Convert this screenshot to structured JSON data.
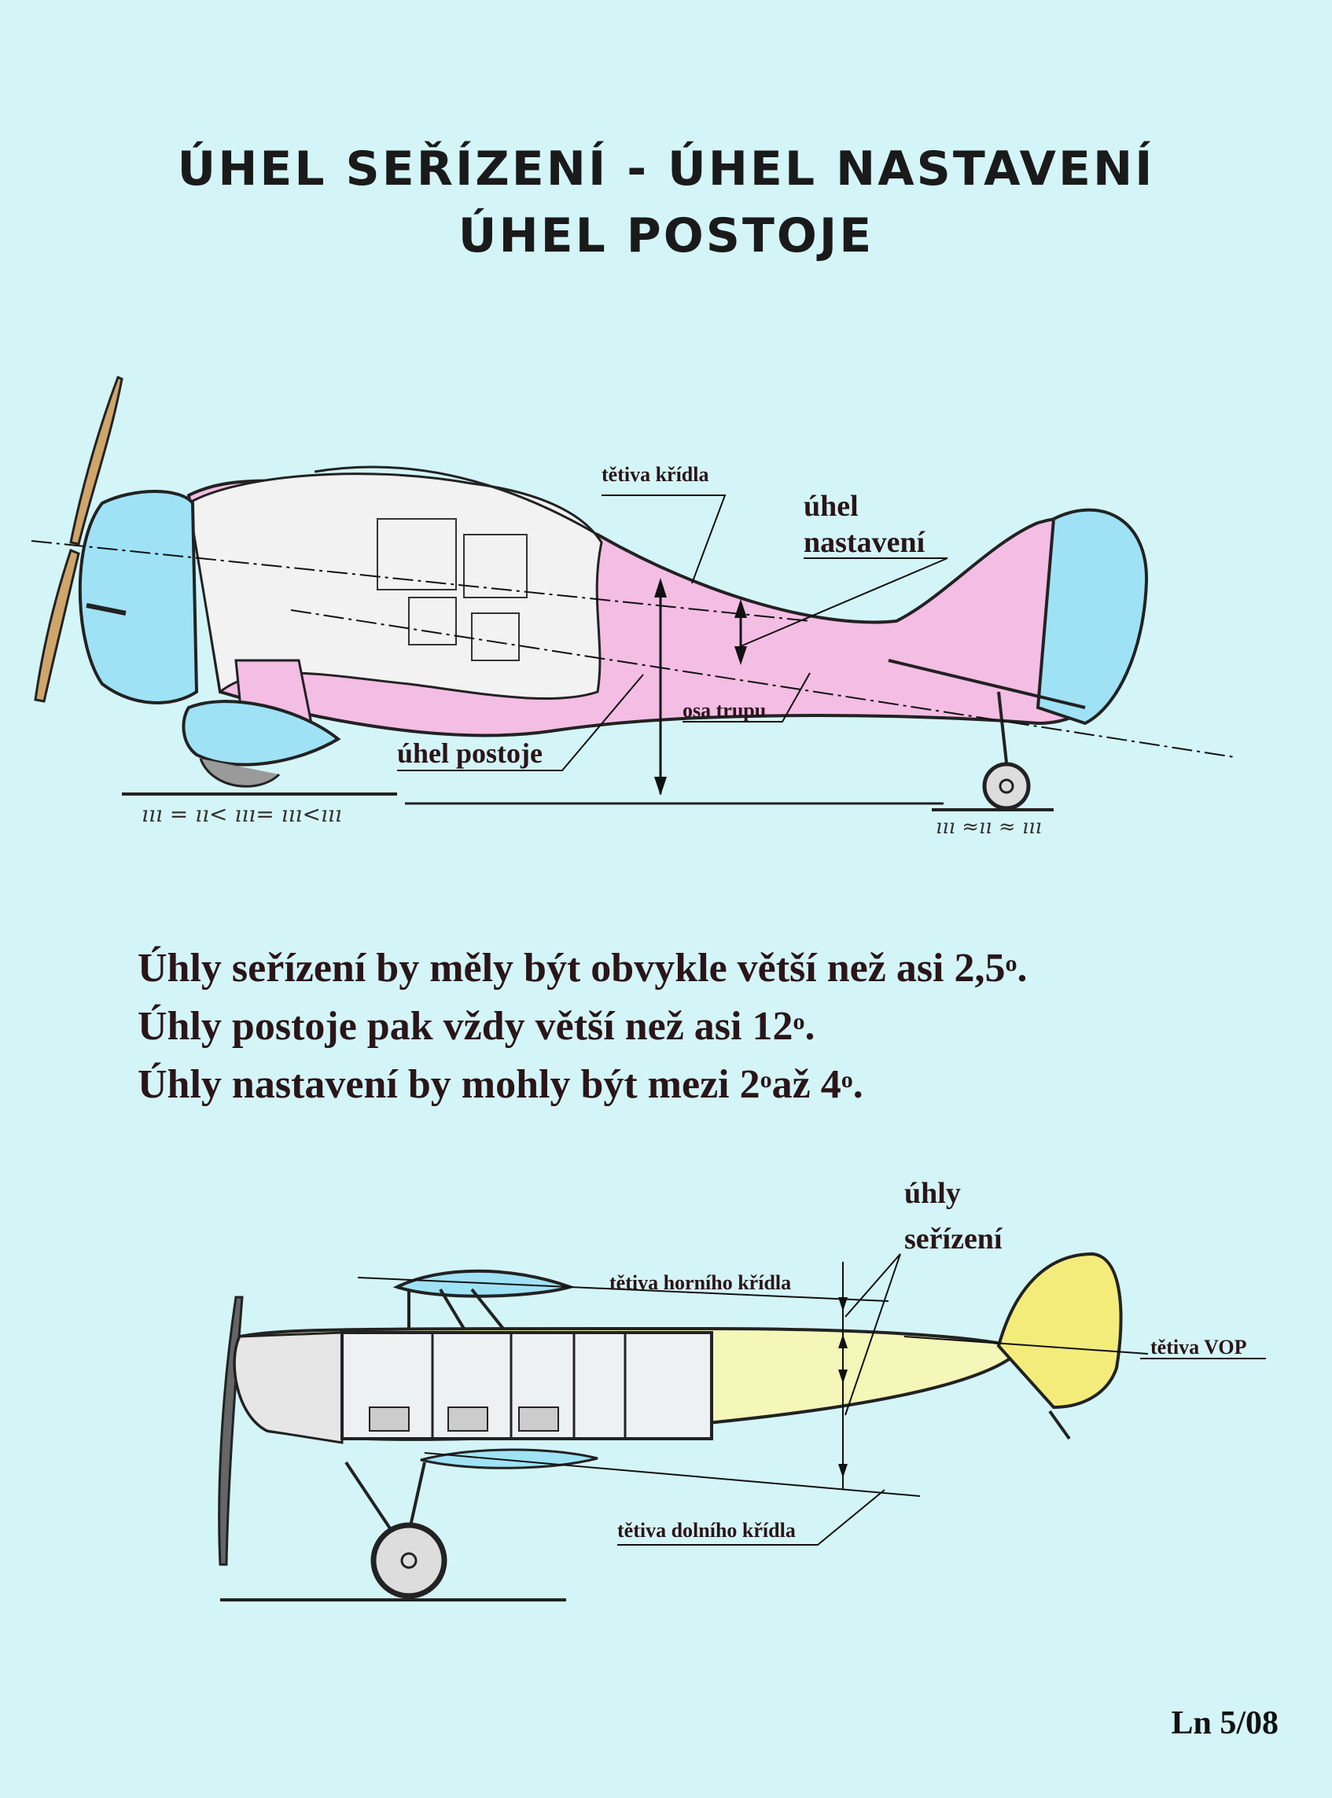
{
  "title": {
    "line1": "ÚHEL  SEŘÍZENÍ -  ÚHEL  NASTAVENÍ",
    "line2": "ÚHEL  POSTOJE"
  },
  "diagram1": {
    "labels": {
      "wing_chord": "tětiva křídla",
      "incidence_angle_1": "úhel",
      "incidence_angle_2": "nastavení",
      "fuselage_axis": "osa trupu",
      "ground_angle": "úhel postoje"
    },
    "colors": {
      "fuselage": "#f4bde4",
      "cowling": "#9fe2f6",
      "fin": "#9fe2f6"
    }
  },
  "rules": [
    {
      "text": "Úhly seřízení by měly být obvykle větší než asi 2,5",
      "sup": "o",
      "end": "."
    },
    {
      "text": "Úhly postoje pak vždy větší než asi 12",
      "sup": "o",
      "end": "."
    },
    {
      "text": "Úhly nastavení by mohly být mezi  2",
      "sup": "o",
      "mid": "až 4",
      "sup2": "o",
      "end": "."
    }
  ],
  "diagram2": {
    "labels": {
      "rigging_angles_1": "úhly",
      "rigging_angles_2": "seřízení",
      "upper_wing_chord": "tětiva horního křídla",
      "tailplane_chord": "tětiva VOP",
      "lower_wing_chord": "tětiva dolního křídla"
    },
    "colors": {
      "fuselage": "#f5f7b8",
      "fin": "#f4ec7a",
      "nose": "#e6e6e6"
    }
  },
  "footer": {
    "code": "Ln 5/08"
  }
}
